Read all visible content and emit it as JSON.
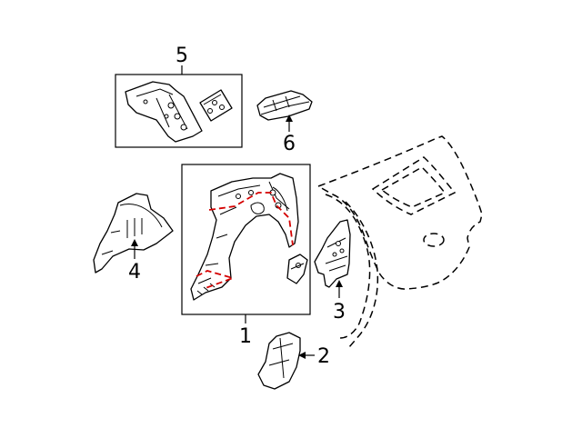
{
  "callouts": {
    "c1": "1",
    "c2": "2",
    "c3": "3",
    "c4": "4",
    "c5": "5",
    "c6": "6"
  },
  "colors": {
    "line": "#000000",
    "cut_line": "#d40000",
    "background": "#ffffff"
  }
}
